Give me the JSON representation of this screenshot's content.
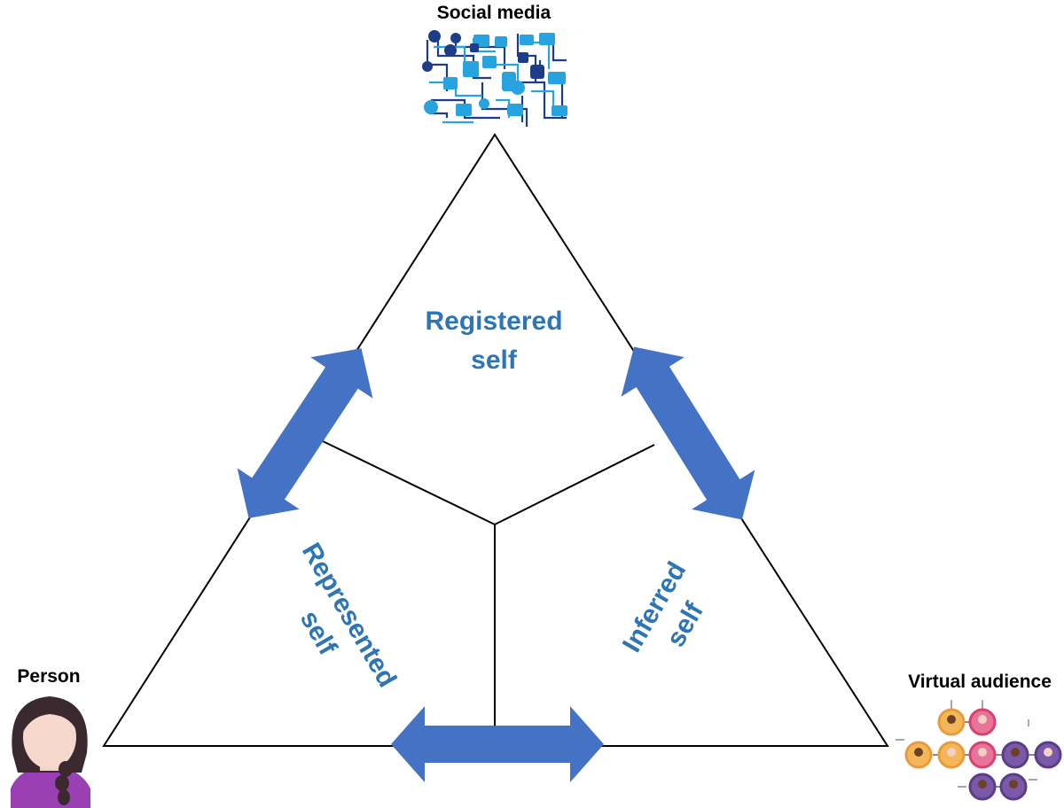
{
  "labels": {
    "social_media": "Social media",
    "person": "Person",
    "virtual_audience": "Virtual audience"
  },
  "regions": {
    "registered": {
      "line1": "Registered",
      "line2": "self"
    },
    "represented": {
      "line1": "Represented",
      "line2": "self"
    },
    "inferred": {
      "line1": "Inferred",
      "line2": "self"
    }
  },
  "icons": {
    "social_media": "social-media-network-icon",
    "person": "person-avatar-icon",
    "audience": "virtual-audience-network-icon"
  },
  "colors": {
    "arrow": "#4472c4",
    "region_text": "#2e75b6",
    "outline": "#000000"
  }
}
